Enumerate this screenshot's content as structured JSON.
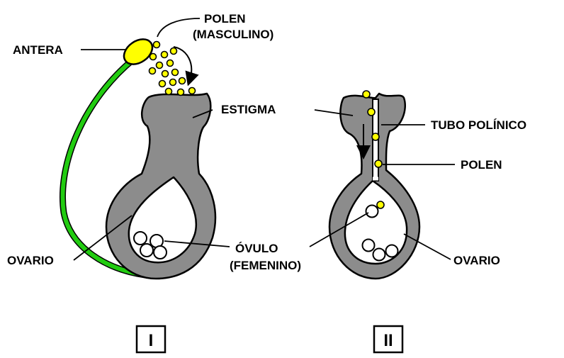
{
  "colors": {
    "tissue": "#8c8c8c",
    "pollen": "#ffff00",
    "filament": "#22cc11",
    "outline": "#000000",
    "background": "#ffffff"
  },
  "labels": {
    "pollen_top_line1": "POLEN",
    "pollen_top_line2": "(MASCULINO)",
    "antera": "ANTERA",
    "estigma": "ESTIGMA",
    "tubo_polinico": "TUBO POLÍNICO",
    "polen": "POLEN",
    "ovario_left": "OVARIO",
    "ovulo_line1": "ÓVULO",
    "ovulo_line2": "(FEMENINO)",
    "ovario_right": "OVARIO"
  },
  "panels": {
    "first": "I",
    "second": "II"
  }
}
